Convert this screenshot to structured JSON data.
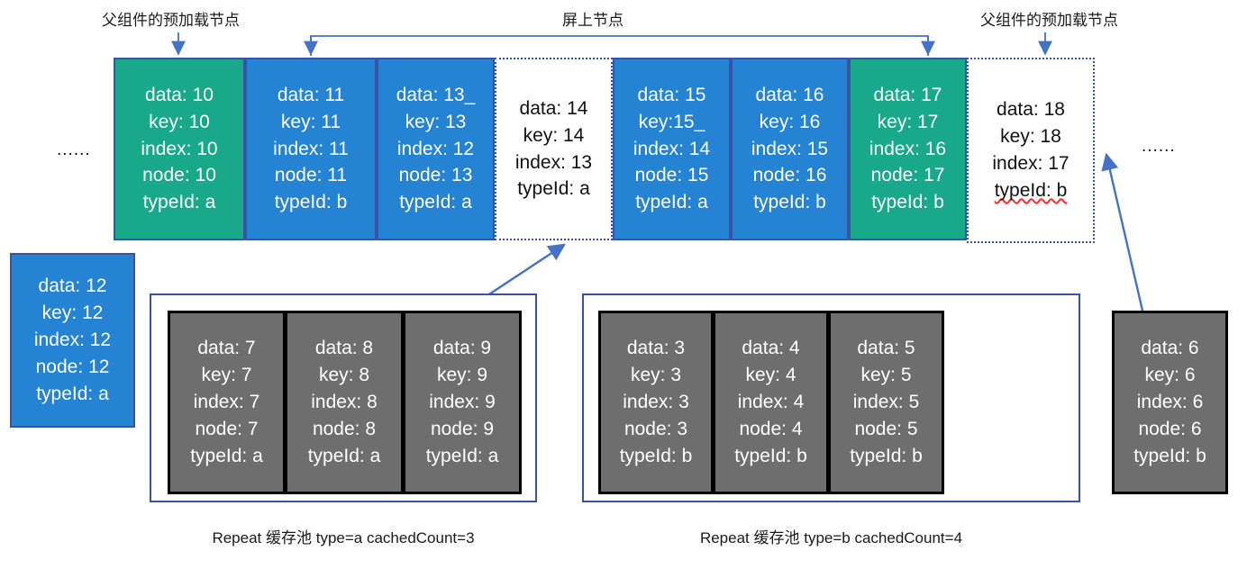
{
  "annotations": {
    "preload_left": "父组件的预加载节点",
    "onscreen": "屏上节点",
    "preload_right": "父组件的预加载节点",
    "ellipsis_left": "......",
    "ellipsis_right": "......"
  },
  "strip": {
    "cells": [
      {
        "style": "green",
        "lines": [
          "data: 10",
          "key: 10",
          "index: 10",
          "node: 10",
          "typeId: a"
        ]
      },
      {
        "style": "blue",
        "lines": [
          "data: 11",
          "key: 11",
          "index: 11",
          "node: 11",
          "typeId: b"
        ]
      },
      {
        "style": "blue",
        "lines": [
          "data: 13_",
          "key: 13",
          "index: 12",
          "node: 13",
          "typeId: a"
        ]
      },
      {
        "style": "white",
        "lines": [
          "data: 14",
          "key: 14",
          "index: 13",
          "typeId: a"
        ]
      },
      {
        "style": "blue",
        "lines": [
          "data: 15",
          "key:15_",
          "index: 14",
          "node: 15",
          "typeId: a"
        ]
      },
      {
        "style": "blue",
        "lines": [
          "data: 16",
          "key: 16",
          "index: 15",
          "node: 16",
          "typeId: b"
        ]
      },
      {
        "style": "green",
        "lines": [
          "data: 17",
          "key: 17",
          "index: 16",
          "node: 17",
          "typeId: b"
        ]
      },
      {
        "style": "white",
        "lines": [
          "data: 18",
          "key: 18",
          "index: 17",
          "typeId: b"
        ]
      }
    ]
  },
  "detached": {
    "left_node": {
      "lines": [
        "data: 12",
        "key: 12",
        "index: 12",
        "node: 12",
        "typeId: a"
      ]
    },
    "right_node": {
      "lines": [
        "data: 6",
        "key: 6",
        "index: 6",
        "node: 6",
        "typeId: b"
      ]
    }
  },
  "pools": [
    {
      "caption": "Repeat 缓存池 type=a  cachedCount=3",
      "cells": [
        {
          "lines": [
            "data: 7",
            "key: 7",
            "index: 7",
            "node: 7",
            "typeId: a"
          ]
        },
        {
          "lines": [
            "data: 8",
            "key: 8",
            "index: 8",
            "node: 8",
            "typeId: a"
          ]
        },
        {
          "lines": [
            "data: 9",
            "key: 9",
            "index: 9",
            "node: 9",
            "typeId: a"
          ]
        }
      ]
    },
    {
      "caption": "Repeat 缓存池 type=b  cachedCount=4",
      "cells": [
        {
          "lines": [
            "data: 3",
            "key: 3",
            "index: 3",
            "node: 3",
            "typeId: b"
          ]
        },
        {
          "lines": [
            "data: 4",
            "key: 4",
            "index: 4",
            "node: 4",
            "typeId: b"
          ]
        },
        {
          "lines": [
            "data: 5",
            "key: 5",
            "index: 5",
            "node: 5",
            "typeId: b"
          ]
        }
      ]
    }
  ],
  "colors": {
    "green": "#18a88a",
    "blue": "#2583d4",
    "gray": "#6e6e6e",
    "arrow": "#4472c4",
    "border": "#3a53a4",
    "spellcheck": "#ff2d2d"
  }
}
